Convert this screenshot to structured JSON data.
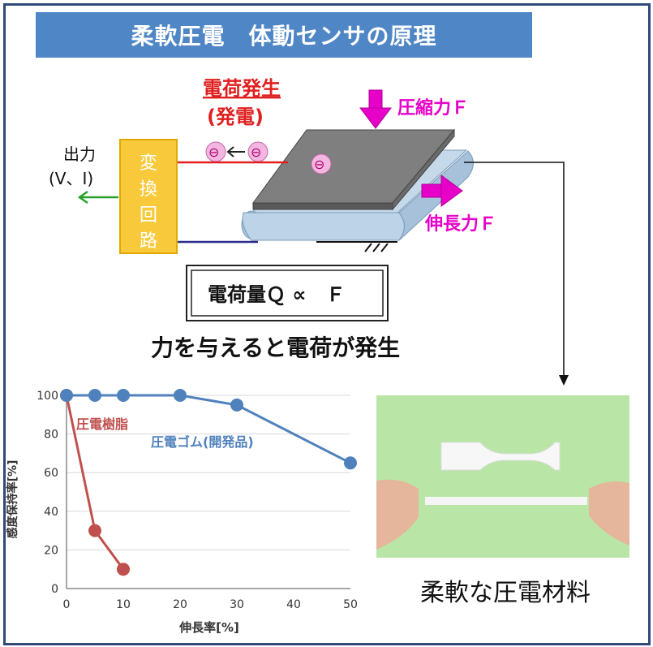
{
  "title": "柔軟圧電　体動センサの原理",
  "diagram": {
    "charge_label_line1": "電荷発生",
    "charge_label_line2": "(発電)",
    "compress_label": "圧縮力Ｆ",
    "stretch_label": "伸長力Ｆ",
    "output_label_line1": "出力",
    "output_label_line2": "(V、I)",
    "converter_chars": [
      "変",
      "換",
      "回",
      "路"
    ],
    "formula": "電荷量Ｑ ∝　Ｆ",
    "statement": "力を与えると電荷が発生",
    "charge_symbol": "⊖",
    "colors": {
      "charge_label": "#e02020",
      "force_arrow": "#e600c8",
      "converter": "#f8c93a",
      "output_arrow": "#27a02a",
      "sheet": "#7f7f7f",
      "rubber": "#c6d9ea"
    }
  },
  "material_caption": "柔軟な圧電材料",
  "chart_data": {
    "type": "line",
    "xlabel": "伸長率[%]",
    "ylabel": "感度保持率[%]",
    "xlim": [
      0,
      50
    ],
    "ylim": [
      0,
      100
    ],
    "xticks": [
      0,
      10,
      20,
      30,
      40,
      50
    ],
    "yticks": [
      0,
      20,
      40,
      60,
      80,
      100
    ],
    "grid": "horizontal",
    "series": [
      {
        "name": "圧電樹脂",
        "color": "#c0504d",
        "x": [
          0,
          5,
          10
        ],
        "y": [
          100,
          30,
          10
        ]
      },
      {
        "name": "圧電ゴム(開発品)",
        "color": "#4f81bd",
        "x": [
          0,
          5,
          10,
          20,
          30,
          50
        ],
        "y": [
          100,
          100,
          100,
          100,
          95,
          65
        ]
      }
    ]
  }
}
